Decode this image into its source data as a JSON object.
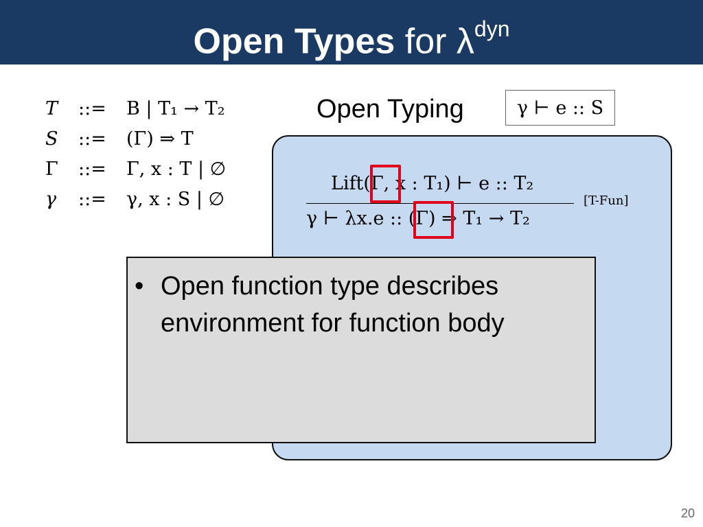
{
  "title": {
    "main": "Open Types",
    "rest": "for λ",
    "superscript": "dyn"
  },
  "grammar": [
    {
      "lhs": "T",
      "op": "::=",
      "rhs": "B | T₁ → T₂"
    },
    {
      "lhs": "S",
      "op": "::=",
      "rhs": "(Γ) ⇒ T"
    },
    {
      "lhs": "Γ",
      "op": "::=",
      "rhs": "Γ, x : T | ∅"
    },
    {
      "lhs": "γ",
      "op": "::=",
      "rhs": "γ, x : S | ∅"
    }
  ],
  "open_typing": {
    "label": "Open Typing",
    "judgment": "γ ⊢ e :: S"
  },
  "rule": {
    "premise": "Lift(Γ, x : T₁) ⊢ e :: T₂",
    "conclusion": "γ ⊢ λx.e :: (Γ) ⇒ T₁ → T₂",
    "name": "[T-Fun]",
    "highlight_color": "#e0001b"
  },
  "bullet": {
    "symbol": "•",
    "text": "Open function type describes environment for function body"
  },
  "page_number": "20",
  "colors": {
    "title_bar": "#1b3a63",
    "panel": "#c5d9f1",
    "note_box": "#dcdcdc"
  }
}
